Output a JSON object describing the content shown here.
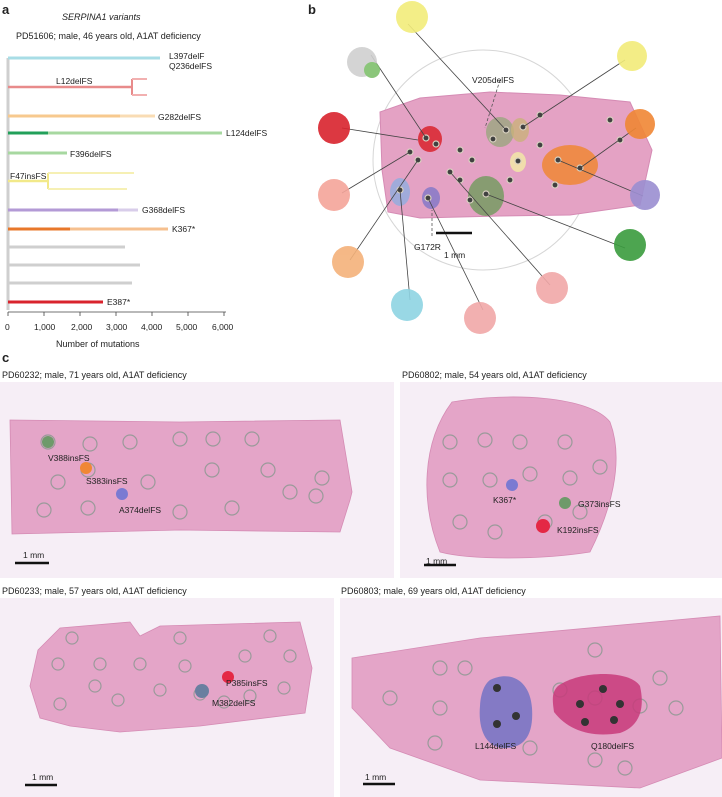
{
  "panel_a": {
    "label": "a",
    "gene_title": "SERPINA1 variants",
    "patient": "PD51606; male, 46 years old, A1AT deficiency",
    "variants": [
      "L397delF",
      "Q236delFS",
      "L12delFS",
      "G282delFS",
      "L124delFS",
      "F396delFS",
      "F47insFS",
      "G368delFS",
      "K367*",
      "E387*"
    ],
    "xlabel": "Number of mutations",
    "ticks": [
      "0",
      "1,000",
      "2,000",
      "3,000",
      "4,000",
      "5,000",
      "6,000"
    ]
  },
  "chart_data": {
    "type": "tree",
    "xlabel": "Number of mutations",
    "xlim": [
      0,
      6000
    ],
    "branches": [
      {
        "variant": "L397delF / Q236delFS",
        "mutations": 4200,
        "color": "#a8dde6"
      },
      {
        "variant": "L12delFS",
        "mutations": 3700,
        "color": "#e88b8b"
      },
      {
        "variant": "G282delFS",
        "mutations": 4050,
        "color": "#f7c98e"
      },
      {
        "variant": "L124delFS",
        "mutations": 6000,
        "color": "#9ed19a"
      },
      {
        "variant": "F396delFS",
        "mutations": 1500,
        "color": "#9ed19a"
      },
      {
        "variant": "F47insFS",
        "mutations": 3500,
        "color": "#f2e98a"
      },
      {
        "variant": "G368delFS",
        "mutations": 3300,
        "color": "#c4b3dd"
      },
      {
        "variant": "K367*",
        "mutations": 4450,
        "color": "#f4b781"
      },
      {
        "variant": "",
        "mutations": 3250,
        "color": "#cfcfcf"
      },
      {
        "variant": "",
        "mutations": 3600,
        "color": "#cfcfcf"
      },
      {
        "variant": "",
        "mutations": 3400,
        "color": "#cfcfcf"
      },
      {
        "variant": "E387*",
        "mutations": 2600,
        "color": "#d9232d"
      }
    ]
  },
  "panel_b": {
    "label": "b",
    "annotations": [
      "V205delFS",
      "G172R"
    ],
    "scale": "1 mm"
  },
  "panel_c": {
    "label": "c",
    "samples": [
      {
        "title": "PD60232; male, 71 years old, A1AT deficiency",
        "scale": "1 mm",
        "variants": [
          "V388insFS",
          "S383insFS",
          "A374delFS"
        ]
      },
      {
        "title": "PD60802; male, 54 years old, A1AT deficiency",
        "scale": "1 mm",
        "variants": [
          "K367*",
          "G373insFS",
          "K192insFS"
        ]
      },
      {
        "title": "PD60233; male, 57 years old, A1AT deficiency",
        "scale": "1 mm",
        "variants": [
          "P385insFS",
          "M382delFS"
        ]
      },
      {
        "title": "PD60803; male, 69 years old, A1AT deficiency",
        "scale": "1 mm",
        "variants": [
          "L144delFS",
          "Q180delFS"
        ]
      }
    ]
  },
  "colors": {
    "tissue": "#e6a9c8",
    "tissue_dark": "#d989b6",
    "circle": "#9a9a9a",
    "red": "#d9232d"
  }
}
